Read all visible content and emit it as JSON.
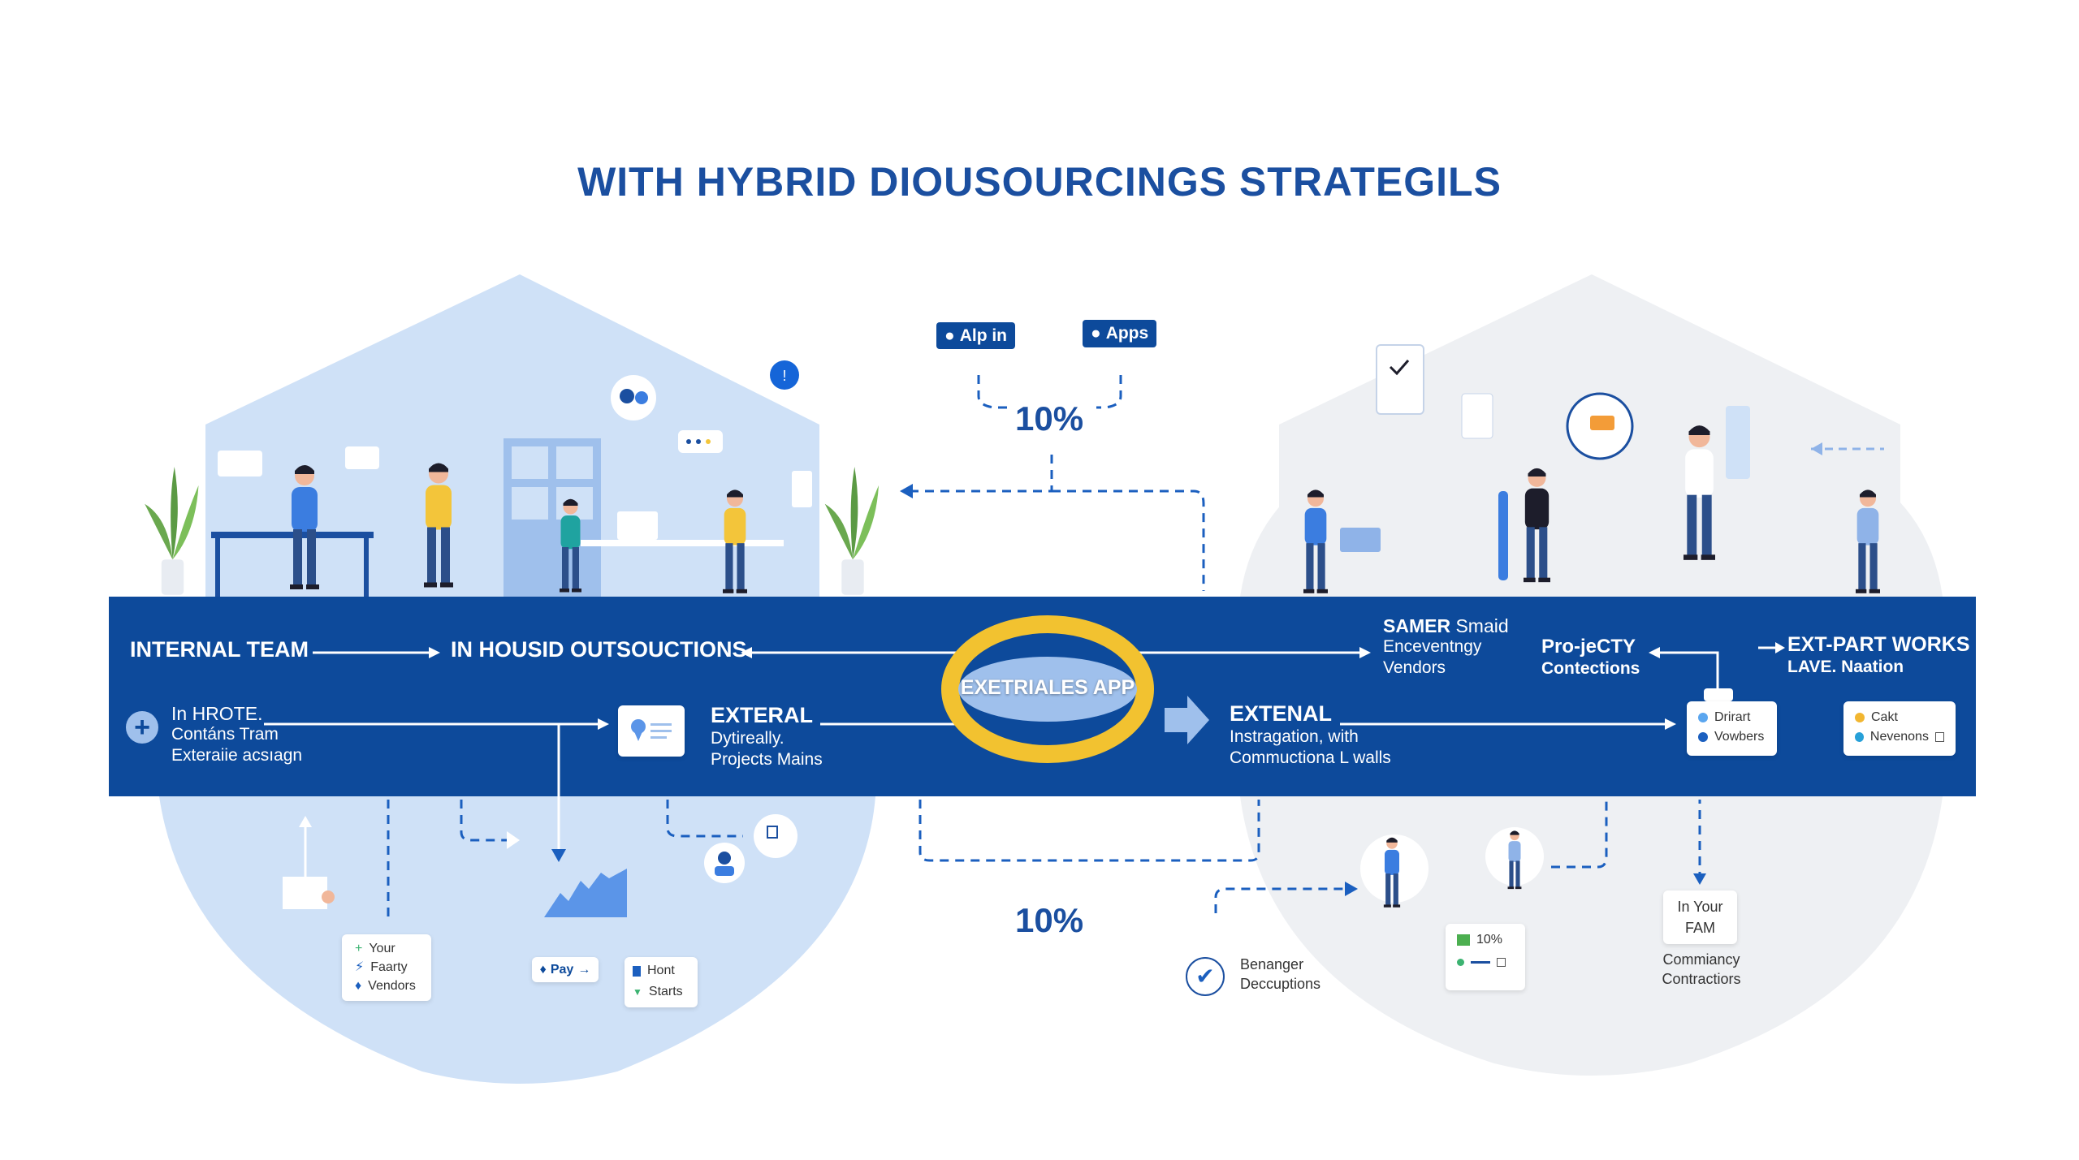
{
  "title": "WITH HYBRID DIOUSOURCINGS STRATEGILS",
  "badges": {
    "left": "Alp in",
    "right": "Apps"
  },
  "percent_top": "10%",
  "percent_bottom": "10%",
  "band": {
    "internal_team": "INTERNAL TEAM",
    "in_house": "IN HOUSID OUTSOUCTIONS",
    "in_hrote": {
      "title": "In HROTE.",
      "line1": "Contáns Tram",
      "line2": "Exteraiie acsıagn"
    },
    "exteral": {
      "title": "EXTERAL",
      "line1": "Dytireally.",
      "line2": "Projects Mains"
    },
    "center_app": "EXETRIALES APP",
    "extenal": {
      "title": "EXTENAL",
      "line1": "Instragation, with",
      "line2": "Commuctiona L walls"
    },
    "samer": {
      "bold": "SAMER",
      "rest": "Smaid",
      "line1": "Enceventngy",
      "line2": "Vendors"
    },
    "projecty": {
      "title": "Pro-jeCTY",
      "line1": "Contections"
    },
    "ext_part": {
      "title": "EXT-PART WORKS",
      "line1": "LAVE. Naation"
    },
    "card_a": [
      "Drirart",
      "Vowbers"
    ],
    "card_b": [
      "Cakt",
      "Nevenons"
    ]
  },
  "below": {
    "your_card": [
      "Your",
      "Faarty",
      "Vendors"
    ],
    "pay": "Pay",
    "hont_card": [
      "Hont",
      "Starts"
    ],
    "benanger": [
      "Benanger",
      "Deccuptions"
    ],
    "stat_card": "10%",
    "fam_card": [
      "In Your",
      "FAM"
    ],
    "commiancy": [
      "Commiancy",
      "Contractiors"
    ]
  },
  "colors": {
    "primary": "#0d4a9b",
    "light_blue": "#cfe1f7",
    "gold": "#f2c230",
    "gray_bg": "#eef0f3"
  }
}
